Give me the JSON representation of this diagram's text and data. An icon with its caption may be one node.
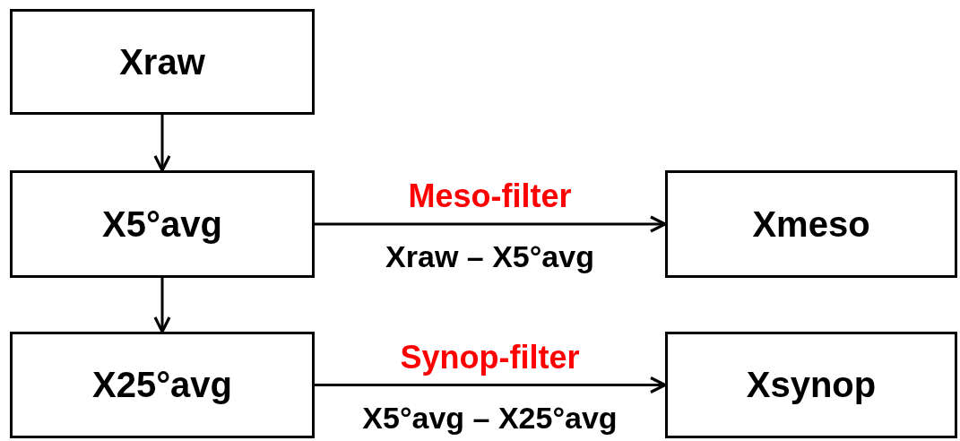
{
  "diagram": {
    "nodes": [
      {
        "text": [
          "Xraw"
        ]
      },
      {
        "text": [
          "X5°avg"
        ]
      },
      {
        "text": [
          "X25°avg"
        ]
      },
      {
        "text": [
          "Xmeso"
        ]
      },
      {
        "text": [
          "Xsynop"
        ]
      }
    ],
    "edges": [
      {
        "from": 0,
        "to": 1,
        "arrow": "to"
      },
      {
        "from": 1,
        "to": 2,
        "arrow": "to"
      },
      {
        "from": 1,
        "to": 3,
        "arrow": "to",
        "label": "Meso-filter"
      },
      {
        "from": 2,
        "to": 4,
        "arrow": "to",
        "label": "Synop-filter"
      }
    ],
    "labels": [
      "Xraw – X5°avg",
      "X5°avg – X25°avg"
    ]
  }
}
